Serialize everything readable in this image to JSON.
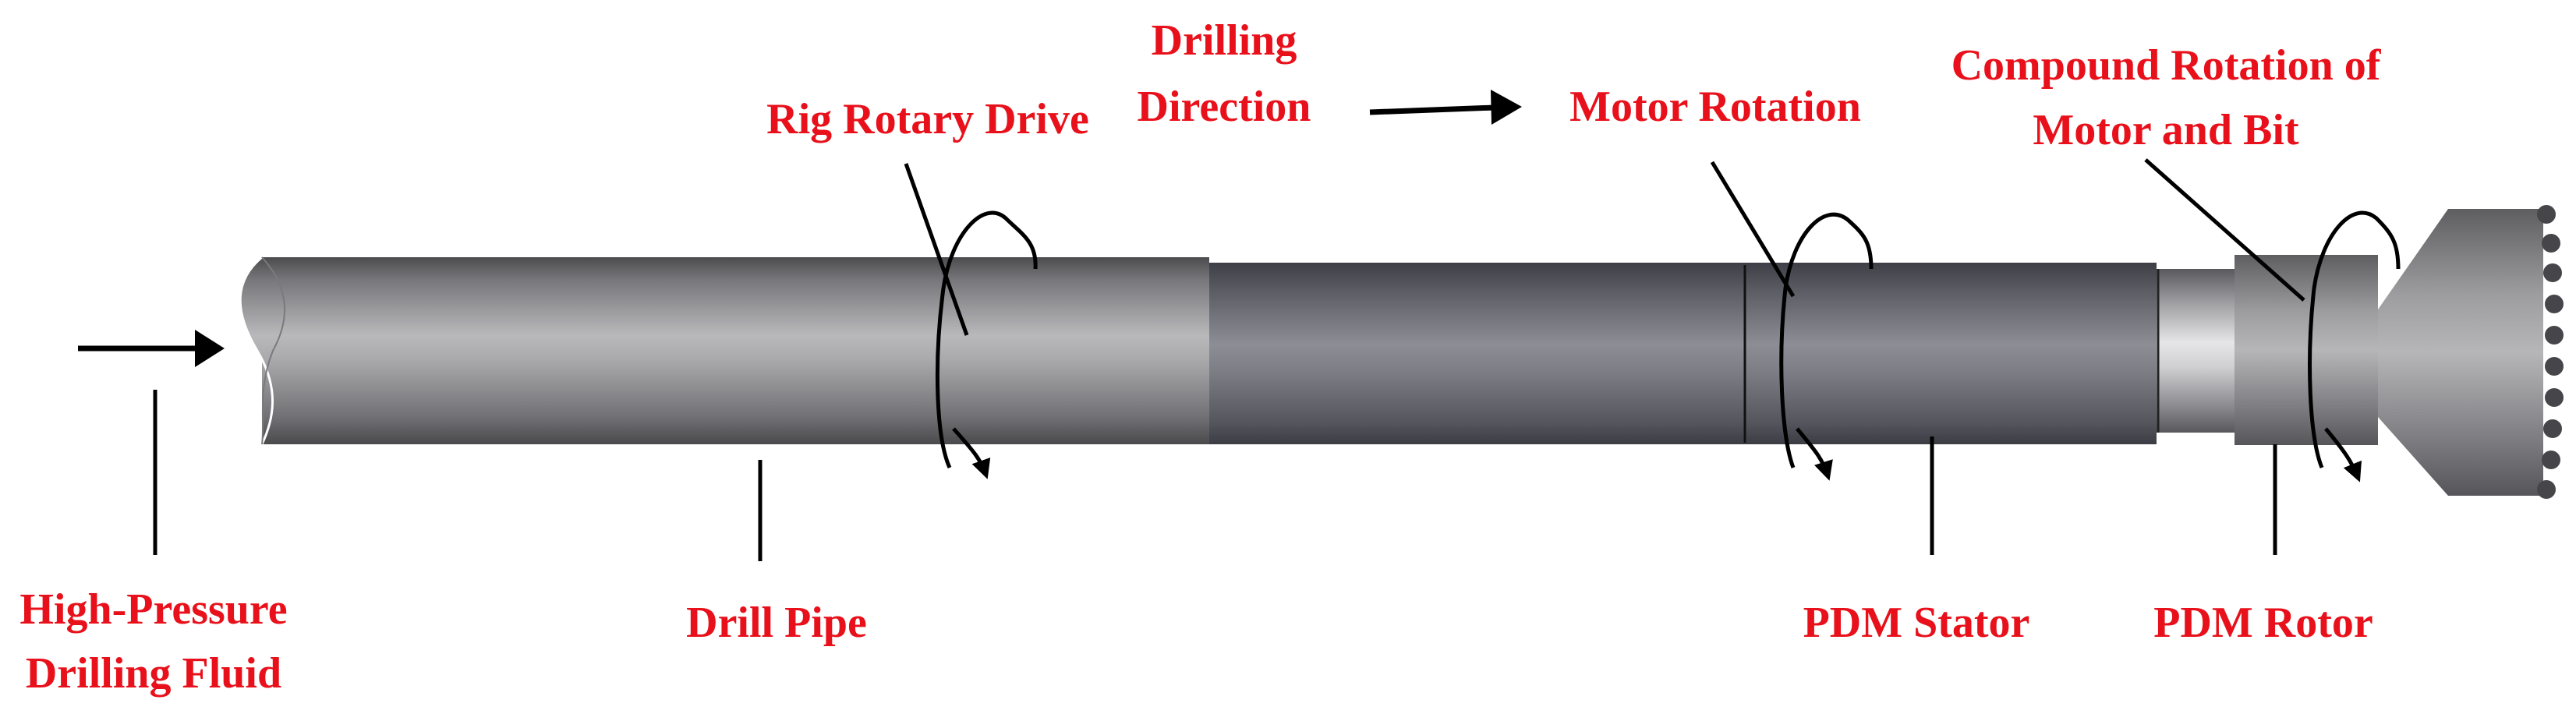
{
  "colors": {
    "label": "#e8111b",
    "line": "#000000",
    "background": "#ffffff"
  },
  "labels": {
    "rig_rotary_drive": "Rig Rotary Drive",
    "drilling_direction_line1": "Drilling",
    "drilling_direction_line2": "Direction",
    "motor_rotation": "Motor Rotation",
    "compound_rotation_line1": "Compound Rotation of",
    "compound_rotation_line2": "Motor and Bit",
    "high_pressure_line1": "High-Pressure",
    "high_pressure_line2": "Drilling Fluid",
    "drill_pipe": "Drill Pipe",
    "pdm_stator": "PDM Stator",
    "pdm_rotor": "PDM Rotor"
  },
  "icons": {
    "flow_arrow": "right-arrow-icon",
    "direction_arrow": "right-arrow-icon",
    "rotation_arrows": "rotation-arrow-icon"
  }
}
